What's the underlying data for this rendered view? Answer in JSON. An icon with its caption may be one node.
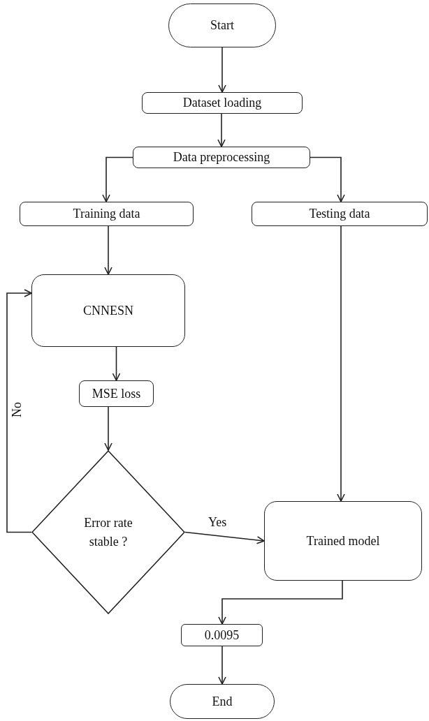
{
  "diagram": {
    "nodes": [
      {
        "text": [
          "Start"
        ]
      },
      {
        "text": [
          "Dataset loading"
        ]
      },
      {
        "text": [
          "Data preprocessing"
        ]
      },
      {
        "text": [
          "Training data"
        ]
      },
      {
        "text": [
          "Testing data"
        ]
      },
      {
        "text": [
          "CNNESN"
        ]
      },
      {
        "text": [
          "MSE loss"
        ]
      },
      {
        "text": [
          "Error rate stable ?"
        ]
      },
      {
        "text": [
          "Trained model"
        ]
      },
      {
        "text": [
          "0.0095"
        ]
      },
      {
        "text": [
          "End"
        ]
      }
    ],
    "edges": [
      {
        "from": 0,
        "to": 1,
        "arrow": "to"
      },
      {
        "from": 1,
        "to": 2,
        "arrow": "to"
      },
      {
        "from": 2,
        "to": 3,
        "arrow": "to"
      },
      {
        "from": 2,
        "to": 4,
        "arrow": "to"
      },
      {
        "from": 3,
        "to": 5,
        "arrow": "to"
      },
      {
        "from": 5,
        "to": 6,
        "arrow": "to"
      },
      {
        "from": 6,
        "to": 7,
        "arrow": "to"
      },
      {
        "from": 7,
        "to": 5,
        "arrow": "to",
        "label": "No"
      },
      {
        "from": 7,
        "to": 8,
        "arrow": "to",
        "label": "Yes"
      },
      {
        "from": 4,
        "to": 8,
        "arrow": "to"
      },
      {
        "from": 8,
        "to": 9,
        "arrow": "to"
      },
      {
        "from": 9,
        "to": 10,
        "arrow": "to"
      }
    ]
  }
}
